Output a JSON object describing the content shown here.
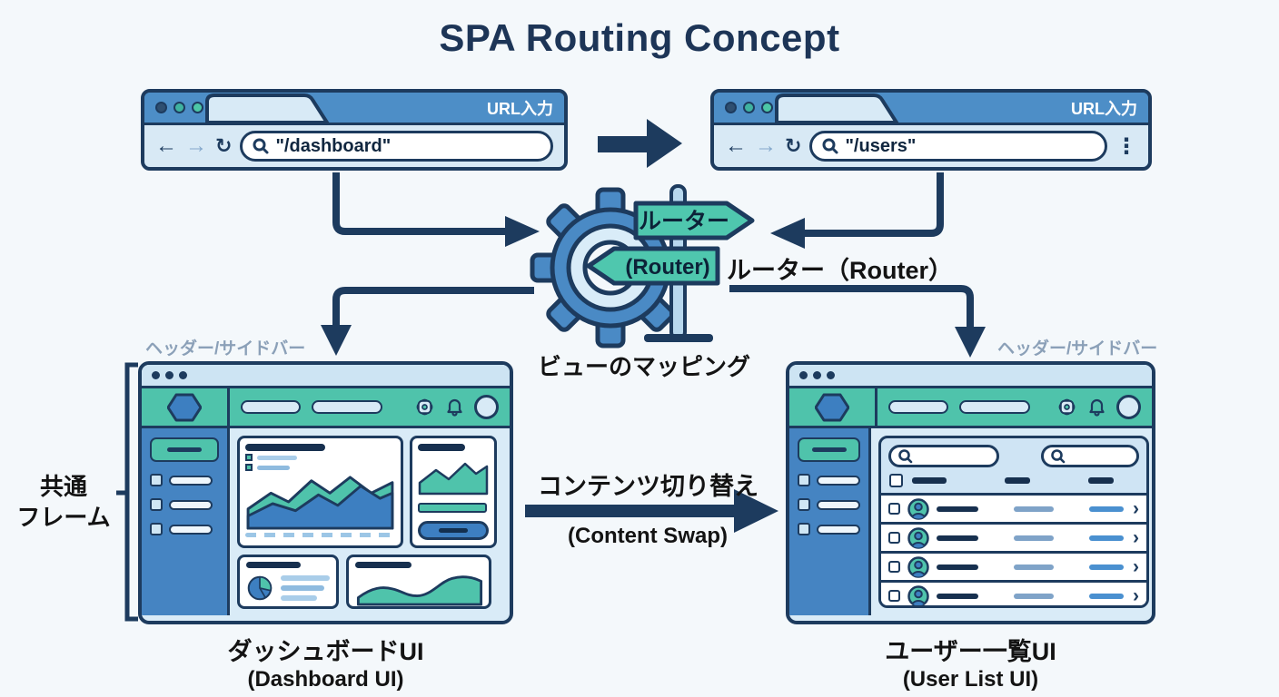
{
  "title": "SPA Routing Concept",
  "colors": {
    "navy": "#1d3b5e",
    "blue": "#4d8ec7",
    "sidebar_blue": "#4584c2",
    "teal": "#4fc3ab",
    "light_blue": "#d8e9f5",
    "label_gray": "#8ba0b8"
  },
  "icons": {
    "back": "←",
    "forward": "→",
    "refresh": "↻",
    "kebab": "⋮",
    "chevron": "›"
  },
  "browsers": {
    "left": {
      "window_label": "URL入力",
      "url": "\"/dashboard\""
    },
    "right": {
      "window_label": "URL入力",
      "url": "\"/users\""
    }
  },
  "router": {
    "sign_top": "ルーター",
    "sign_bottom": "(Router)",
    "label": "ルーター（Router）",
    "caption": "ビューのマッピング"
  },
  "labels": {
    "header_sidebar": "ヘッダー/サイドバー",
    "frame_line1": "共通",
    "frame_line2": "フレーム"
  },
  "swap": {
    "jp": "コンテンツ切り替え",
    "en": "(Content Swap)"
  },
  "captions": {
    "dashboard_jp": "ダッシュボードUI",
    "dashboard_en": "(Dashboard UI)",
    "users_jp": "ユーザー一覧UI",
    "users_en": "(User List UI)"
  },
  "user_list": {
    "row_count": 4
  }
}
